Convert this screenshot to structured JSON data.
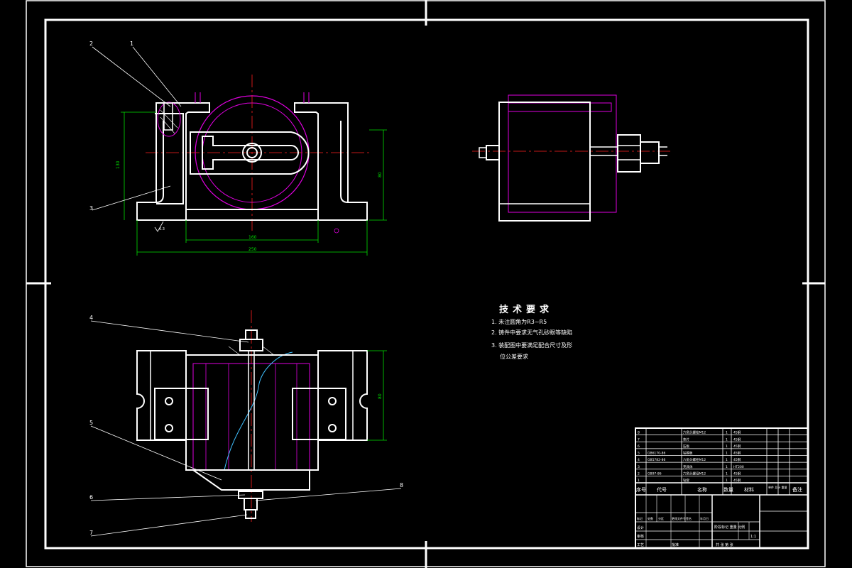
{
  "balloons": [
    "1",
    "2",
    "3",
    "4",
    "5",
    "6",
    "7",
    "8"
  ],
  "dimensions": {
    "front_height": "130",
    "front_right": "80",
    "front_inner_width": "160",
    "front_total_width": "250",
    "roughness": "6.3",
    "plan_height": "80"
  },
  "tech_requirements": {
    "title": "技术要求",
    "items": [
      "1. 未注圆角为R3~R5",
      "2. 铸件中要求无气孔砂眼等缺陷",
      "3. 装配图中要满足配合尺寸及形",
      "位公差要求"
    ]
  },
  "title_block": {
    "header": [
      "序号",
      "代号",
      "名称",
      "数量",
      "材料",
      "单件 总计 重量",
      "备注"
    ],
    "rows": [
      {
        "no": "8",
        "code": "",
        "name": "六角头螺栓M12",
        "qty": "1",
        "material": "45钢"
      },
      {
        "no": "7",
        "code": "",
        "name": "垫片",
        "qty": "1",
        "material": "45钢"
      },
      {
        "no": "6",
        "code": "",
        "name": "压板",
        "qty": "1",
        "material": "45钢"
      },
      {
        "no": "5",
        "code": "GB6170-86",
        "name": "钻模板",
        "qty": "1",
        "material": "45钢"
      },
      {
        "no": "4",
        "code": "GB5782-86",
        "name": "六角头螺栓M12",
        "qty": "1",
        "material": "45钢"
      },
      {
        "no": "3",
        "code": "",
        "name": "夹具体",
        "qty": "1",
        "material": "HT200"
      },
      {
        "no": "2",
        "code": "GB97-86",
        "name": "六角头螺母M12",
        "qty": "1",
        "material": "45钢"
      },
      {
        "no": "1",
        "code": "",
        "name": "钻套",
        "qty": "1",
        "material": "45钢"
      }
    ],
    "stage_labels": "阶段标记 重量 比例",
    "scale": "1:1",
    "sheet_info": "共 张 第 张",
    "sign_labels": [
      "标记",
      "处数",
      "分区",
      "更改文件号",
      "签名",
      "年月日"
    ],
    "role_labels": [
      "设计",
      "审核",
      "工艺",
      "批准"
    ]
  },
  "colors": {
    "line": "#ffffff",
    "hidden": "#e000e0",
    "dimension": "#00e000",
    "center": "#ff2020",
    "leader": "#ffffff"
  }
}
